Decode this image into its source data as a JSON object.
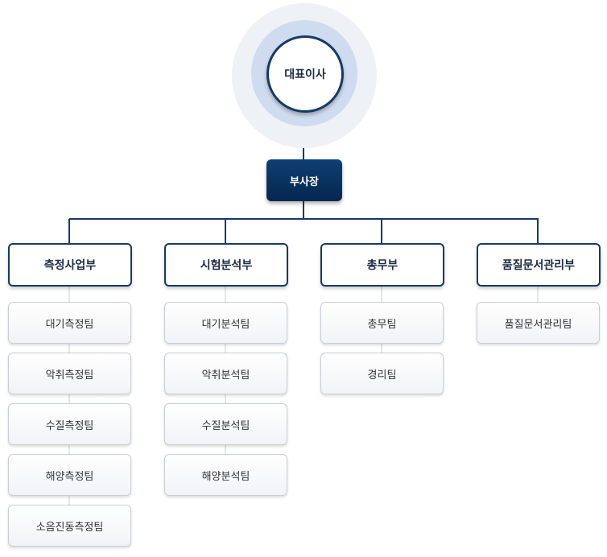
{
  "ceo": {
    "label": "대표이사"
  },
  "vp": {
    "label": "부사장"
  },
  "departments": [
    {
      "label": "측정사업부",
      "teams": [
        "대기측정팀",
        "악취측정팀",
        "수질측정팀",
        "해양측정팀",
        "소음진동측정팀"
      ]
    },
    {
      "label": "시험분석부",
      "teams": [
        "대기분석팀",
        "악취분석팀",
        "수질분석팀",
        "해양분석팀"
      ]
    },
    {
      "label": "총무부",
      "teams": [
        "총무팀",
        "경리팀"
      ]
    },
    {
      "label": "품질문서관리부",
      "teams": [
        "품질문서관리팀"
      ]
    }
  ],
  "colors": {
    "primary_line": "#163a66",
    "team_line": "#c8ccd2",
    "halo_outer": "#eef1f6",
    "halo_inner": "#cfdcef",
    "vp_fill": "#0b3a6b"
  }
}
